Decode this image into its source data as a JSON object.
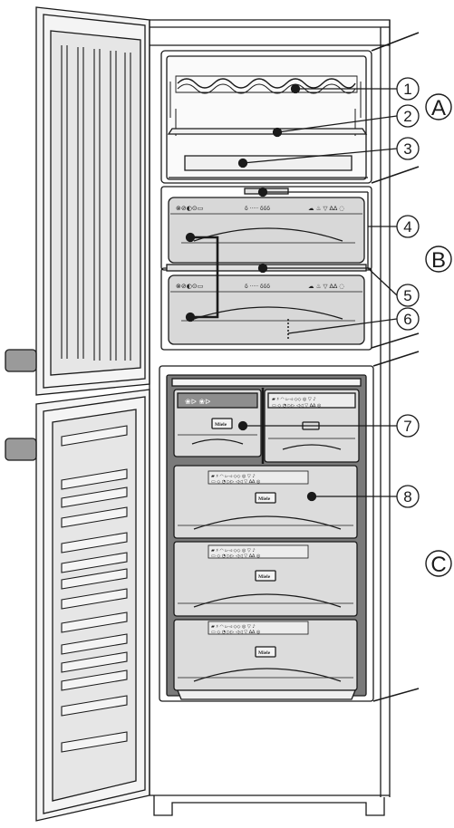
{
  "callouts": [
    {
      "number": "1"
    },
    {
      "number": "2"
    },
    {
      "number": "3"
    },
    {
      "number": "4"
    },
    {
      "number": "5"
    },
    {
      "number": "6"
    },
    {
      "number": "7"
    },
    {
      "number": "8"
    }
  ],
  "zones": [
    {
      "letter": "A"
    },
    {
      "letter": "B"
    },
    {
      "letter": "C"
    }
  ],
  "brand_label": "Miele",
  "colors": {
    "line": "#1a1a1a",
    "panel_fill": "#d8d8d8",
    "freezer_back": "#7a7a7a"
  }
}
